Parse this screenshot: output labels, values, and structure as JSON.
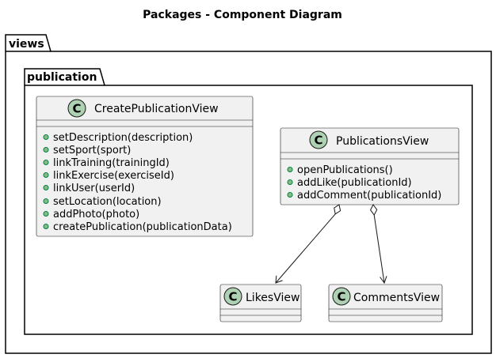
{
  "diagram": {
    "title": "Packages - Component Diagram",
    "packages": [
      {
        "id": "views",
        "label": "views"
      },
      {
        "id": "publication",
        "label": "publication"
      }
    ],
    "classes": [
      {
        "id": "create",
        "stereotype_letter": "C",
        "name": "CreatePublicationView",
        "methods": [
          "setDescription(description)",
          "setSport(sport)",
          "linkTraining(trainingId)",
          "linkExercise(exerciseId)",
          "linkUser(userId)",
          "setLocation(location)",
          "addPhoto(photo)",
          "createPublication(publicationData)"
        ]
      },
      {
        "id": "publications",
        "stereotype_letter": "C",
        "name": "PublicationsView",
        "methods": [
          "openPublications()",
          "addLike(publicationId)",
          "addComment(publicationId)"
        ]
      },
      {
        "id": "likes",
        "stereotype_letter": "C",
        "name": "LikesView",
        "methods": []
      },
      {
        "id": "comments",
        "stereotype_letter": "C",
        "name": "CommentsView",
        "methods": []
      }
    ],
    "relations": [
      {
        "from": "PublicationsView",
        "to": "LikesView",
        "type": "aggregation"
      },
      {
        "from": "PublicationsView",
        "to": "CommentsView",
        "type": "aggregation"
      }
    ],
    "colors": {
      "class_fill": "#f1f1f1",
      "class_stroke": "#181818",
      "stereotype_circle": "#add1b2",
      "method_dot": "#84be84"
    }
  }
}
